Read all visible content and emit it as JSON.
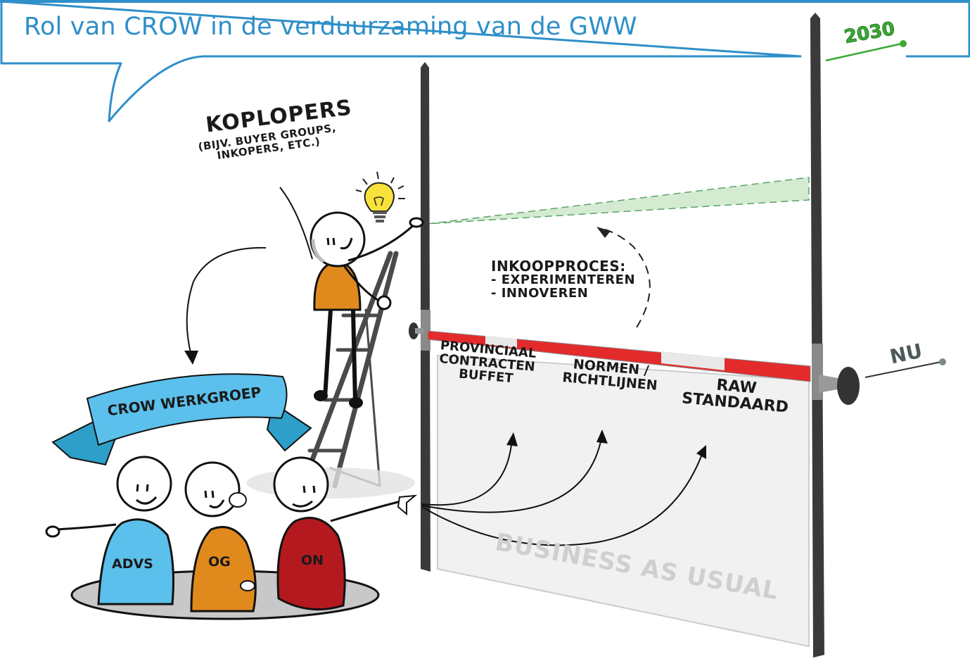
{
  "header": {
    "title": "Rol van CROW in de verduurzaming van de GWW"
  },
  "timeline": {
    "future_marker": "2030",
    "present_marker": "NU"
  },
  "koplopers": {
    "title": "KOPLOPERS",
    "subtitle_line1": "(BIJV. BUYER GROUPS,",
    "subtitle_line2": "INKOPERS, ETC.)"
  },
  "inkoopproces": {
    "title": "INKOOPPROCES:",
    "items": [
      "- EXPERIMENTEREN",
      "- INNOVEREN"
    ]
  },
  "barrier_labels": {
    "provinciaal": [
      "PROVINCIAAL",
      "CONTRACTEN",
      "BUFFET"
    ],
    "normen": [
      "NORMEN /",
      "RICHTLIJNEN"
    ],
    "raw": [
      "RAW",
      "STANDAARD"
    ]
  },
  "panel": {
    "watermark": "BUSINESS AS USUAL"
  },
  "werkgroep": {
    "banner": "CROW WERKGROEP",
    "members": [
      {
        "label": "ADVS",
        "color": "#5bc0eb"
      },
      {
        "label": "OG",
        "color": "#e08a1e"
      },
      {
        "label": "ON",
        "color": "#b3191e"
      }
    ]
  },
  "colors": {
    "title_blue": "#2e8fc9",
    "green": "#3aaa35",
    "barrier_red": "#e32b2b",
    "pole": "#3a3a3a",
    "koploper_shirt": "#e08a1e",
    "bulb": "#f7e23b"
  }
}
